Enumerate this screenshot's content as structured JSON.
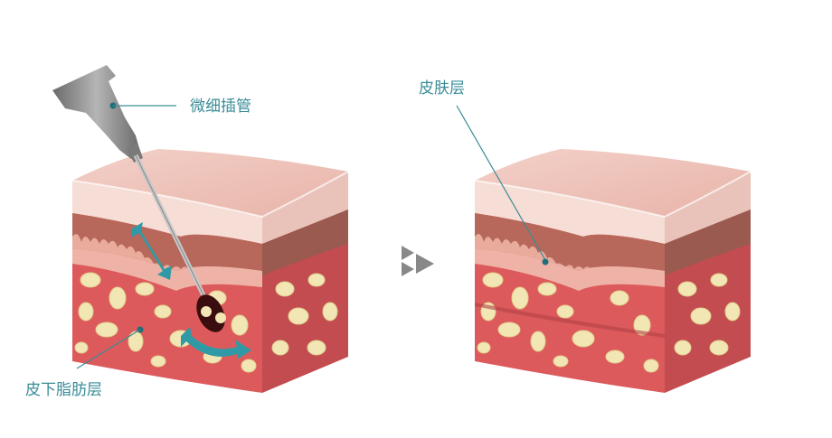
{
  "labels": {
    "cannula": "微细插管",
    "skin_layer": "皮肤层",
    "subcutaneous_fat_layer": "皮下脂肪层"
  },
  "colors": {
    "label_teal": "#3a8c98",
    "arrow_teal": "#2f9aa6",
    "fat_red": "#dd5a5c",
    "fat_cell": "#f1e6b4",
    "dermis_brown": "#b7685a",
    "epidermis": "#f4d5cc"
  }
}
